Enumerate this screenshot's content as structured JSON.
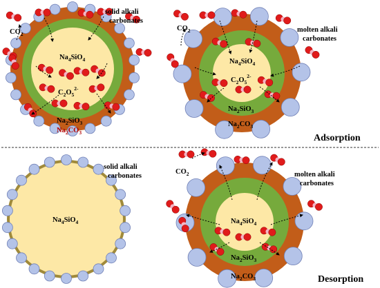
{
  "colors": {
    "core": "#fde8a6",
    "silicate_ring": "#76aa3c",
    "carbonate_ring": "#c25d19",
    "thin_shell": "#a08a3a",
    "bead": "#b4c3e8",
    "bead_stroke": "#6f7fb5",
    "oxygen": "#e01b1b",
    "carbon": "#f4b4c4",
    "divider": "#333333"
  },
  "adsorption": {
    "section_label": "Adsorption",
    "left": {
      "co2": {
        "main": "CO",
        "sub": "2"
      },
      "carbonate_label_1": "solid alkali",
      "carbonate_label_2": "carbonates",
      "core": {
        "main1": "Na",
        "sub1": "4",
        "main2": "SiO",
        "sub2": "4"
      },
      "ion": {
        "main": "C",
        "sub": "2",
        "main2": "O",
        "sub2": "5",
        "sup": "2-"
      },
      "silicate": {
        "main1": "Na",
        "sub1": "2",
        "main2": "SiO",
        "sub2": "3"
      },
      "carbonate": {
        "main1": "Na",
        "sub1": "2",
        "main2": "CO",
        "sub2": "3"
      }
    },
    "right": {
      "co2": {
        "main": "CO",
        "sub": "2"
      },
      "carbonate_label_1": "molten alkali",
      "carbonate_label_2": "carbonates",
      "core": {
        "main1": "Na",
        "sub1": "4",
        "main2": "SiO",
        "sub2": "4"
      },
      "ion": {
        "main": "C",
        "sub": "2",
        "main2": "O",
        "sub2": "5",
        "sup": "2-"
      },
      "silicate": {
        "main1": "Na",
        "sub1": "2",
        "main2": "SiO",
        "sub2": "3"
      },
      "carbonate": {
        "main1": "Na",
        "sub1": "2",
        "main2": "CO",
        "sub2": "3"
      }
    }
  },
  "desorption": {
    "section_label": "Desorption",
    "left": {
      "carbonate_label_1": "solid alkali",
      "carbonate_label_2": "carbonates",
      "core": {
        "main1": "Na",
        "sub1": "4",
        "main2": "SiO",
        "sub2": "4"
      }
    },
    "right": {
      "co2": {
        "main": "CO",
        "sub": "2"
      },
      "carbonate_label_1": "molten alkali",
      "carbonate_label_2": "carbonates",
      "core": {
        "main1": "Na",
        "sub1": "4",
        "main2": "SiO",
        "sub2": "4"
      },
      "silicate": {
        "main1": "Na",
        "sub1": "2",
        "main2": "SiO",
        "sub2": "3"
      },
      "carbonate": {
        "main1": "Na",
        "sub1": "2",
        "main2": "CO",
        "sub2": "3"
      }
    }
  }
}
